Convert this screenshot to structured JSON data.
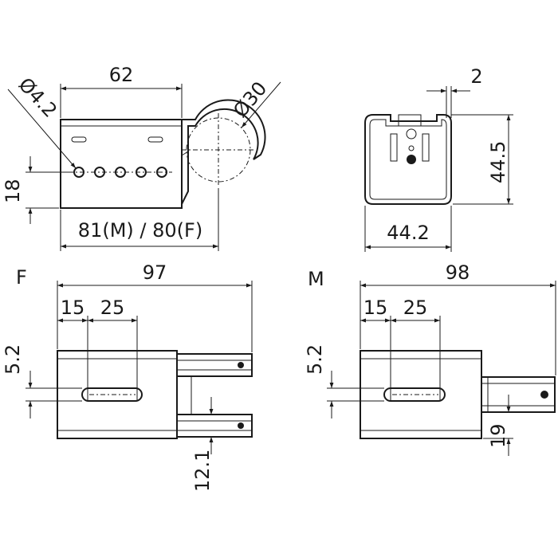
{
  "views": {
    "top_left": {
      "dims": {
        "width": "62",
        "hole_dia": "Ø4.2",
        "tube_dia": "Ø30",
        "hole_height": "18",
        "length": "81(M) / 80(F)"
      }
    },
    "top_right": {
      "dims": {
        "wall": "2",
        "height": "44.5",
        "width": "44.2"
      }
    },
    "female": {
      "label": "F",
      "dims": {
        "length": "97",
        "offset": "15",
        "slot": "25",
        "slot_height": "5.2",
        "gap": "12.1"
      }
    },
    "male": {
      "label": "M",
      "dims": {
        "length": "98",
        "offset": "15",
        "slot": "25",
        "slot_height": "5.2",
        "pin_height": "19"
      }
    }
  }
}
